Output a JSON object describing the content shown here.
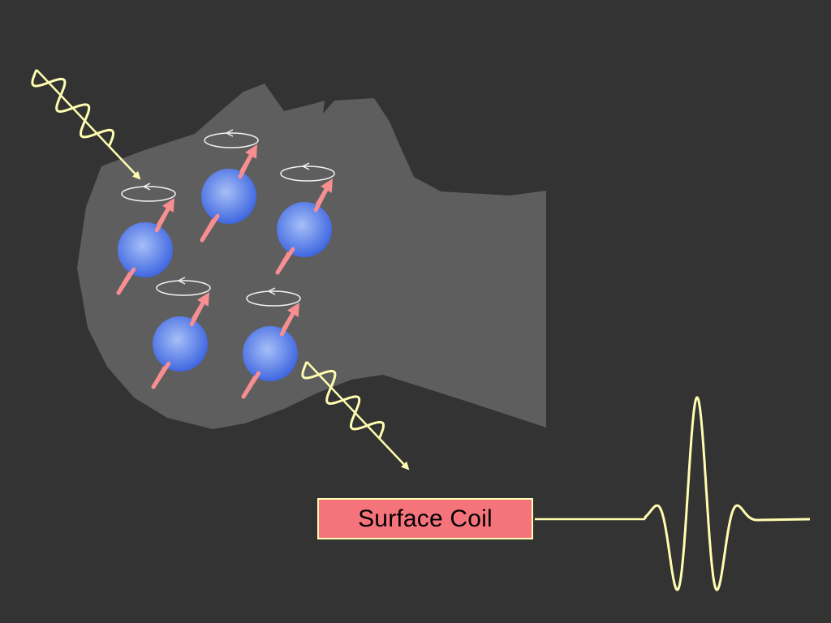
{
  "colors": {
    "background": "#333333",
    "head": "#5e5e5e",
    "proton": "#3c64e0",
    "proton_highlight": "#a6bff7",
    "spin_arrow": "#f78e92",
    "wave": "#fffdb0",
    "precession": "#f2f2f2",
    "coil_fill": "#f5737b",
    "coil_border": "#fffdb0",
    "coil_text": "#000000"
  },
  "icons": {
    "head": "head-silhouette",
    "proton": "proton-sphere",
    "spin": "spin-arrow",
    "precession": "precession-loop",
    "rf_in": "rf-wave-in-arrow",
    "rf_out": "rf-wave-out-arrow",
    "signal": "mr-signal-echo"
  },
  "coil": {
    "label": "Surface Coil"
  },
  "protons": [
    {
      "id": "proton-1"
    },
    {
      "id": "proton-2"
    },
    {
      "id": "proton-3"
    },
    {
      "id": "proton-4"
    },
    {
      "id": "proton-5"
    }
  ]
}
